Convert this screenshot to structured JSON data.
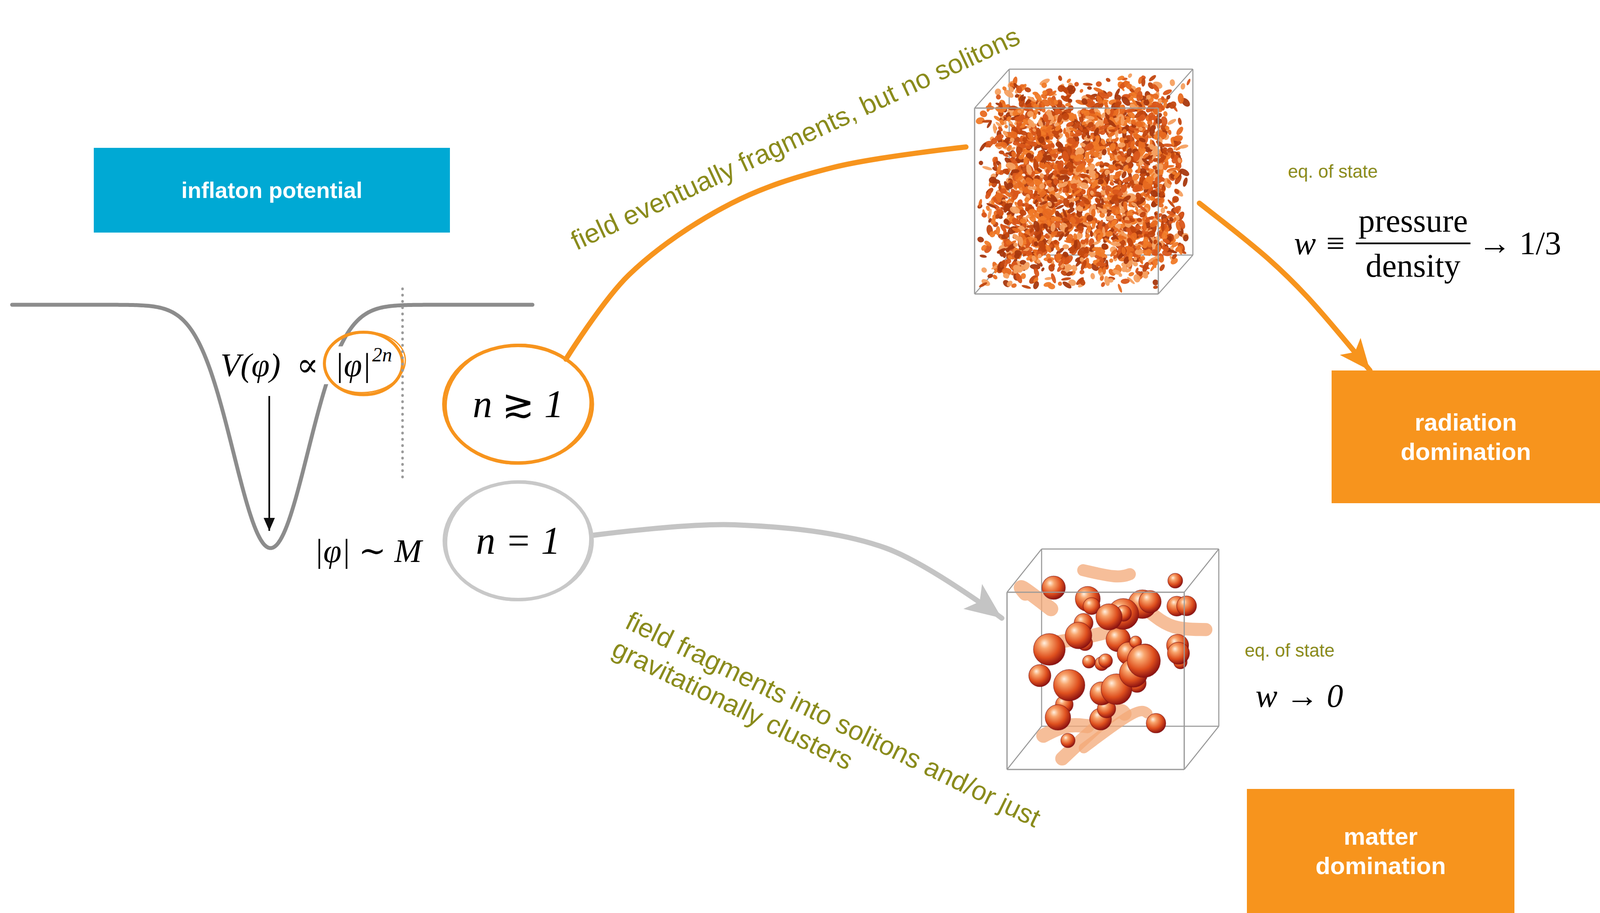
{
  "diagram": {
    "nodes": [
      {
        "text": [
          "inflaton potential"
        ]
      },
      {
        "text": [
          "n ≳ 1"
        ]
      },
      {
        "text": [
          "n = 1"
        ]
      },
      {
        "text": [
          "radiation domination"
        ]
      },
      {
        "text": [
          "matter domination"
        ]
      }
    ],
    "edges": [
      {
        "from": 1,
        "to": 3,
        "arrow": "to",
        "label": "field eventually fragments, but no solitons"
      }
    ],
    "labels": [
      "V(φ) ∝ |φ|",
      "2n",
      "|φ| ∼ M",
      "field fragments into solitons and/or just gravitationally clusters",
      "eq. of state",
      "w ≡",
      "pressure",
      "density",
      "→ 1/3",
      "eq. of state",
      "w → 0"
    ]
  }
}
